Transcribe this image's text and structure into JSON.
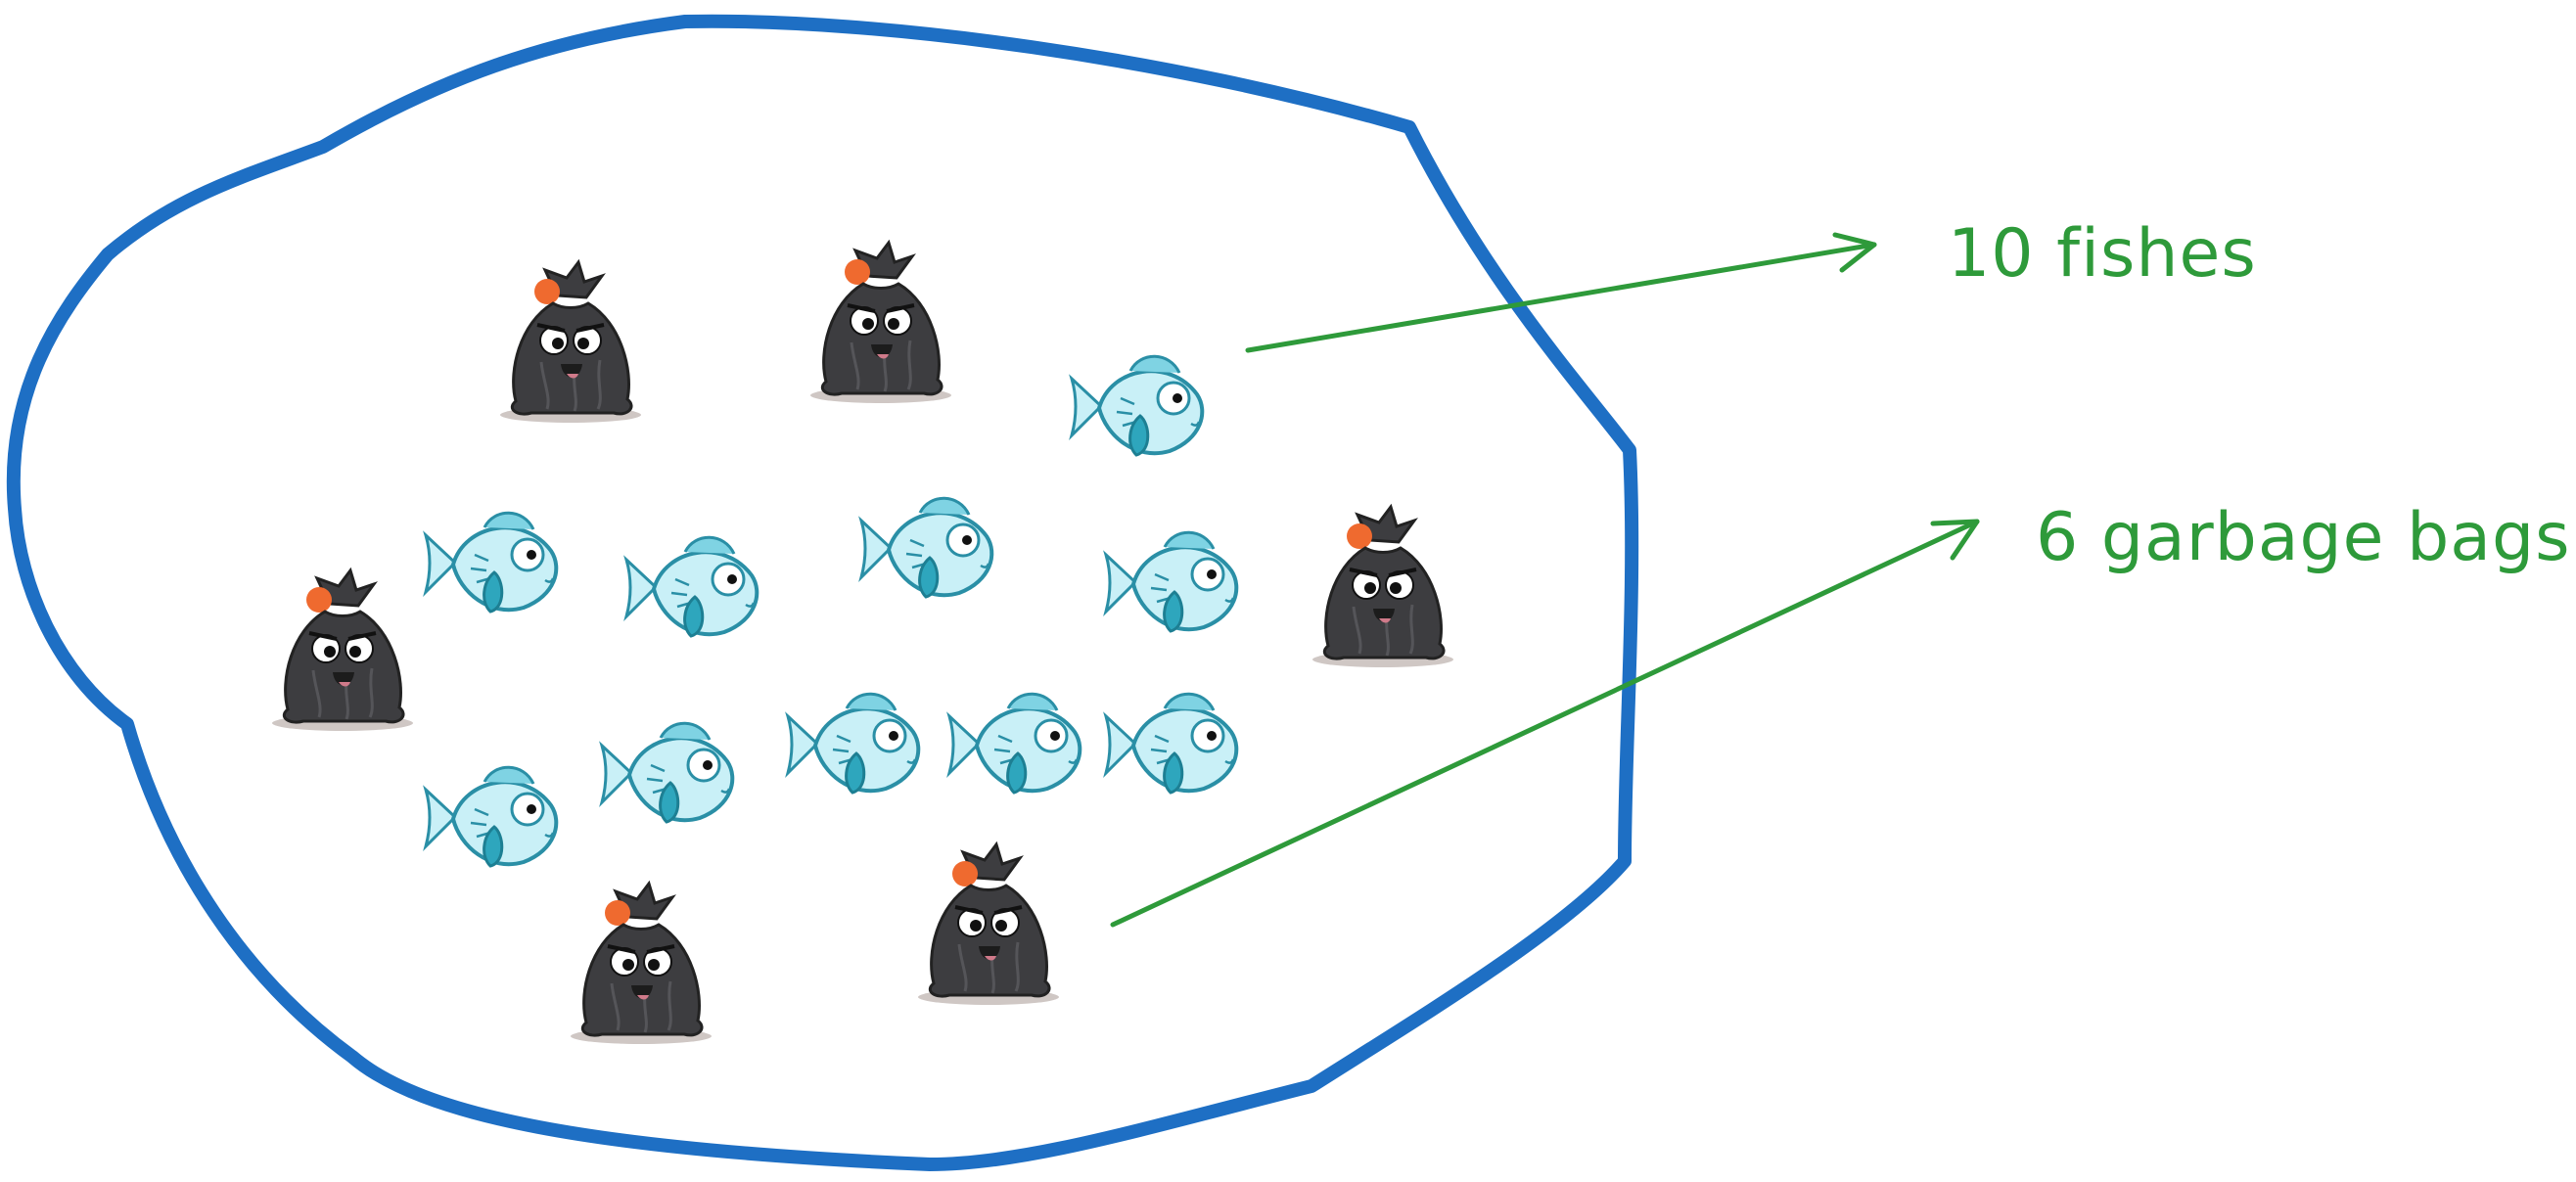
{
  "labels": {
    "fishes": "10 fishes",
    "garbage_bags": "6 garbage bags"
  },
  "counts": {
    "fishes": 10,
    "garbage_bags": 6
  },
  "icons": {
    "fish": "fish-icon",
    "garbage_bag": "garbage-bag-icon"
  },
  "colors": {
    "pond_outline": "#1e6fc4",
    "annotation": "#2e9a3a",
    "fish_body": "#c9f0f7",
    "fish_fin": "#2ea6bd",
    "bag_body": "#3d3d40",
    "bag_tie": "#ef6a2f"
  }
}
